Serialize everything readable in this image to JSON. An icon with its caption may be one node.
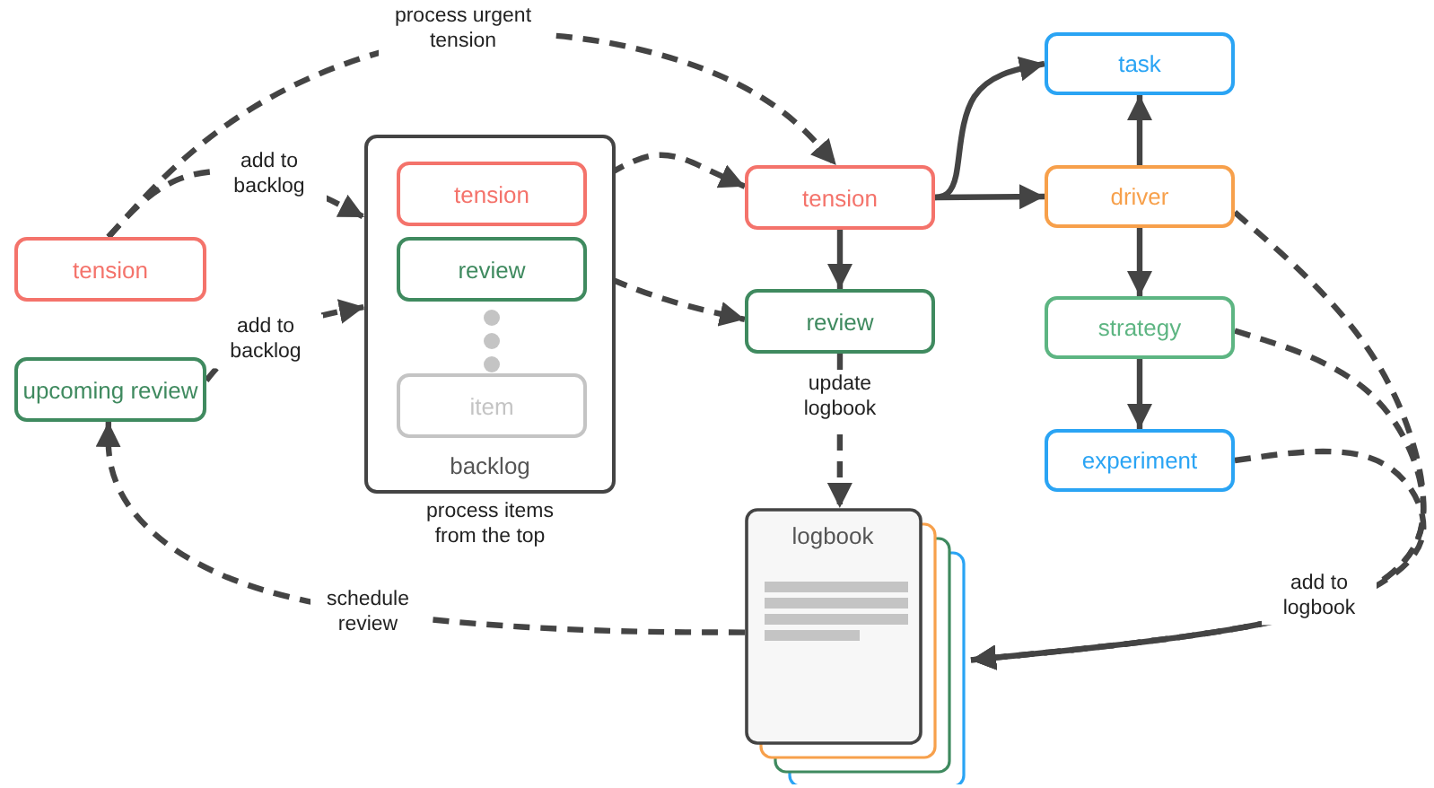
{
  "diagram": {
    "nodes": [
      {
        "text": [
          "tension"
        ]
      },
      {
        "text": [
          "upcoming review"
        ]
      },
      {
        "text": [
          "backlog"
        ],
        "beside": [
          "process items from the top"
        ]
      },
      {
        "text": [
          "tension"
        ],
        "in": 2
      },
      {
        "text": [
          "review"
        ],
        "in": 2
      },
      {
        "text": [
          "item"
        ],
        "in": 2
      },
      {
        "text": [
          "tension"
        ]
      },
      {
        "text": [
          "review"
        ]
      },
      {
        "text": [
          "task"
        ]
      },
      {
        "text": [
          "driver"
        ]
      },
      {
        "text": [
          "strategy"
        ]
      },
      {
        "text": [
          "experiment"
        ]
      },
      {
        "text": [
          "logbook"
        ]
      }
    ],
    "edges": [
      {
        "from": 0,
        "to": 2,
        "arrow": "to",
        "style": "dashed",
        "label": "add to backlog"
      },
      {
        "from": 0,
        "to": 6,
        "arrow": "to",
        "style": "dashed",
        "label": "process urgent tension"
      },
      {
        "from": 1,
        "to": 2,
        "arrow": "to",
        "style": "dashed",
        "label": "add to backlog"
      },
      {
        "from": 3,
        "to": 6,
        "arrow": "to",
        "style": "dashed"
      },
      {
        "from": 4,
        "to": 7,
        "arrow": "to",
        "style": "dashed"
      },
      {
        "from": 6,
        "to": 7,
        "arrow": "to"
      },
      {
        "from": 6,
        "to": 8,
        "arrow": "to"
      },
      {
        "from": 6,
        "to": 9,
        "arrow": "to"
      },
      {
        "from": 9,
        "to": 8,
        "arrow": "to"
      },
      {
        "from": 9,
        "to": 10,
        "arrow": "to"
      },
      {
        "from": 10,
        "to": 11,
        "arrow": "to"
      },
      {
        "from": 7,
        "to": 12,
        "arrow": "to",
        "style": "dashed",
        "label": "update logbook"
      },
      {
        "from": 9,
        "to": 12,
        "arrow": "to",
        "style": "dashed",
        "label": "add to logbook"
      },
      {
        "from": 10,
        "to": 12,
        "arrow": "to",
        "style": "dashed"
      },
      {
        "from": 11,
        "to": 12,
        "arrow": "to",
        "style": "dashed"
      },
      {
        "from": 12,
        "to": 1,
        "arrow": "to",
        "style": "dashed",
        "label": "schedule review"
      }
    ]
  }
}
